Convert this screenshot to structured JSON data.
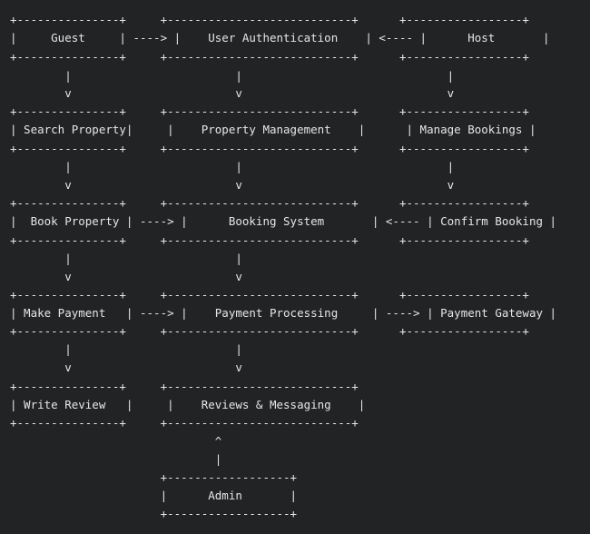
{
  "diagram": {
    "lines": [
      "+---------------+     +---------------------------+      +-----------------+",
      "|     Guest     | ----> |    User Authentication    | <---- |      Host       |",
      "+---------------+     +---------------------------+      +-----------------+",
      "        |                        |                              |",
      "        v                        v                              v",
      "+---------------+     +---------------------------+      +-----------------+",
      "| Search Property|     |    Property Management    |      | Manage Bookings |",
      "+---------------+     +---------------------------+      +-----------------+",
      "        |                        |                              |",
      "        v                        v                              v",
      "+---------------+     +---------------------------+      +-----------------+",
      "|  Book Property | ----> |      Booking System       | <---- | Confirm Booking |",
      "+---------------+     +---------------------------+      +-----------------+",
      "        |                        |",
      "        v                        v",
      "+---------------+     +---------------------------+      +-----------------+",
      "| Make Payment   | ----> |    Payment Processing     | ----> | Payment Gateway |",
      "+---------------+     +---------------------------+      +-----------------+",
      "        |                        |",
      "        v                        v",
      "+---------------+     +---------------------------+",
      "| Write Review   |     |    Reviews & Messaging    |",
      "+---------------+     +---------------------------+",
      "                              ^",
      "                              |",
      "                      +------------------+",
      "                      |      Admin       |",
      "                      +------------------+"
    ]
  }
}
